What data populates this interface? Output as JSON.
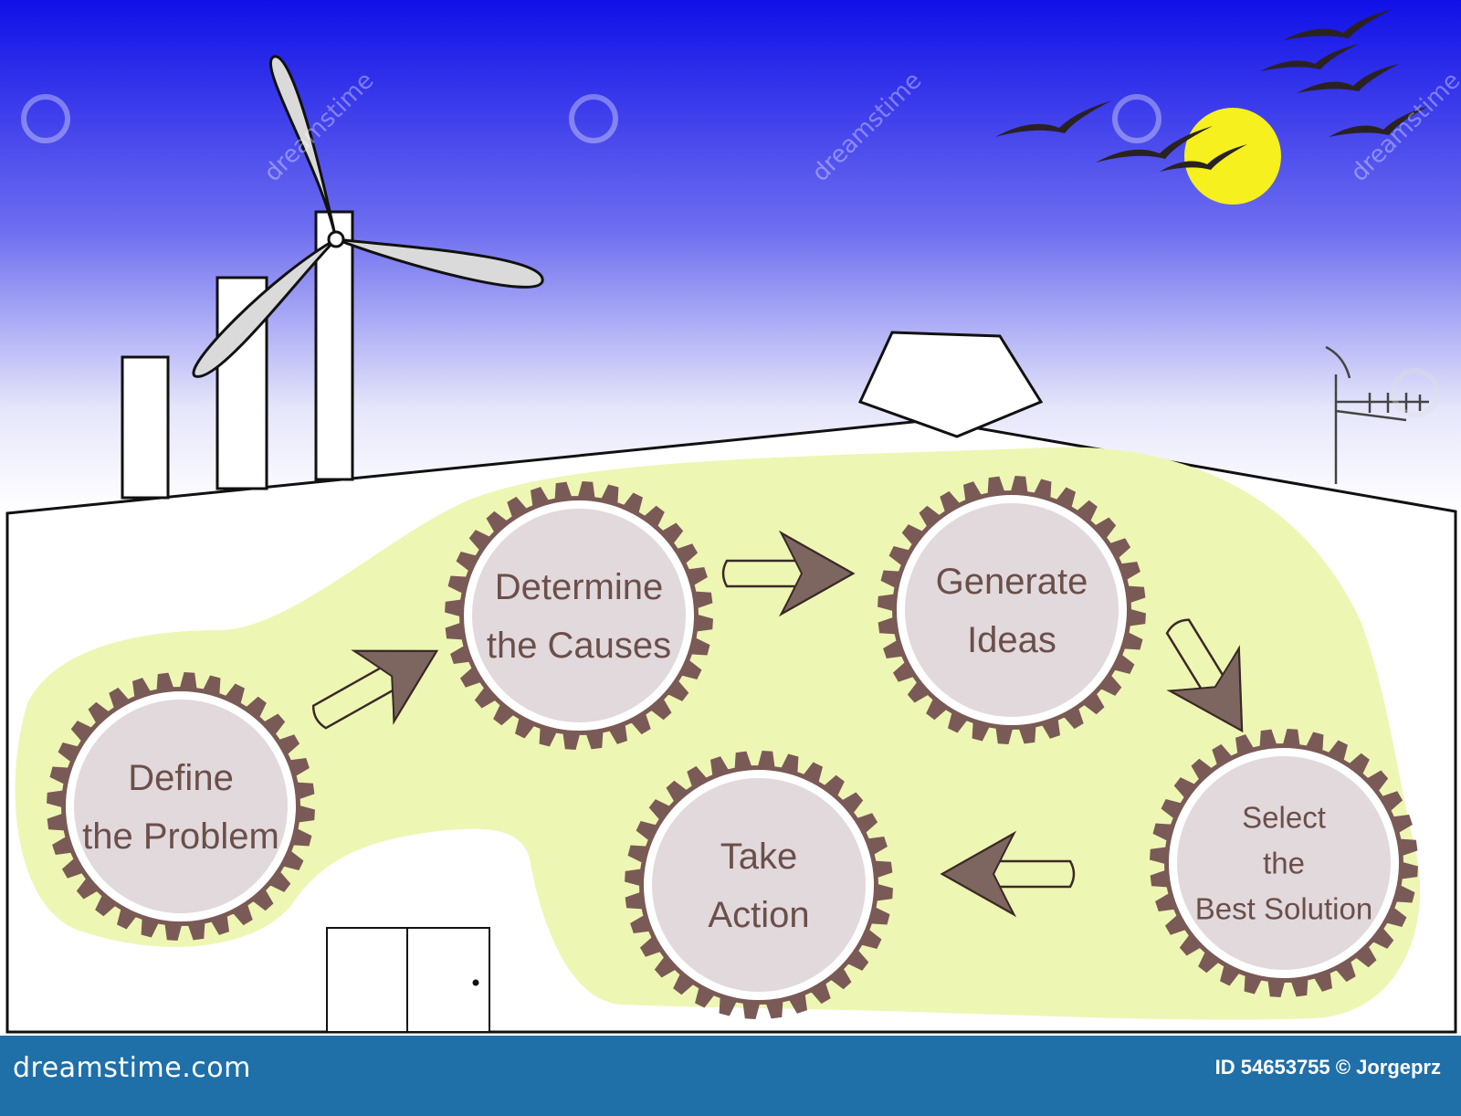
{
  "steps": [
    {
      "label_lines": [
        "Define",
        "the  Problem"
      ]
    },
    {
      "label_lines": [
        "Determine",
        "the  Causes"
      ]
    },
    {
      "label_lines": [
        "Generate",
        "Ideas"
      ]
    },
    {
      "label_lines": [
        "Select",
        "the",
        "Best Solution"
      ]
    },
    {
      "label_lines": [
        "Take",
        "Action"
      ]
    }
  ],
  "watermark_text": "dreamstime",
  "footer": {
    "brand": "dreamstime.com",
    "credit": "ID 54653755 © Jorgeprz"
  },
  "colors": {
    "sky_top": "#1414e6",
    "sky_bottom": "#ffffff",
    "bubble": "#eef6b4",
    "gear_fill": "#e2d9dc",
    "gear_stroke": "#7a5a56",
    "arrow_fill": "#7e6660",
    "sun": "#f5f01e",
    "footer_bg": "#1f6fa8"
  }
}
